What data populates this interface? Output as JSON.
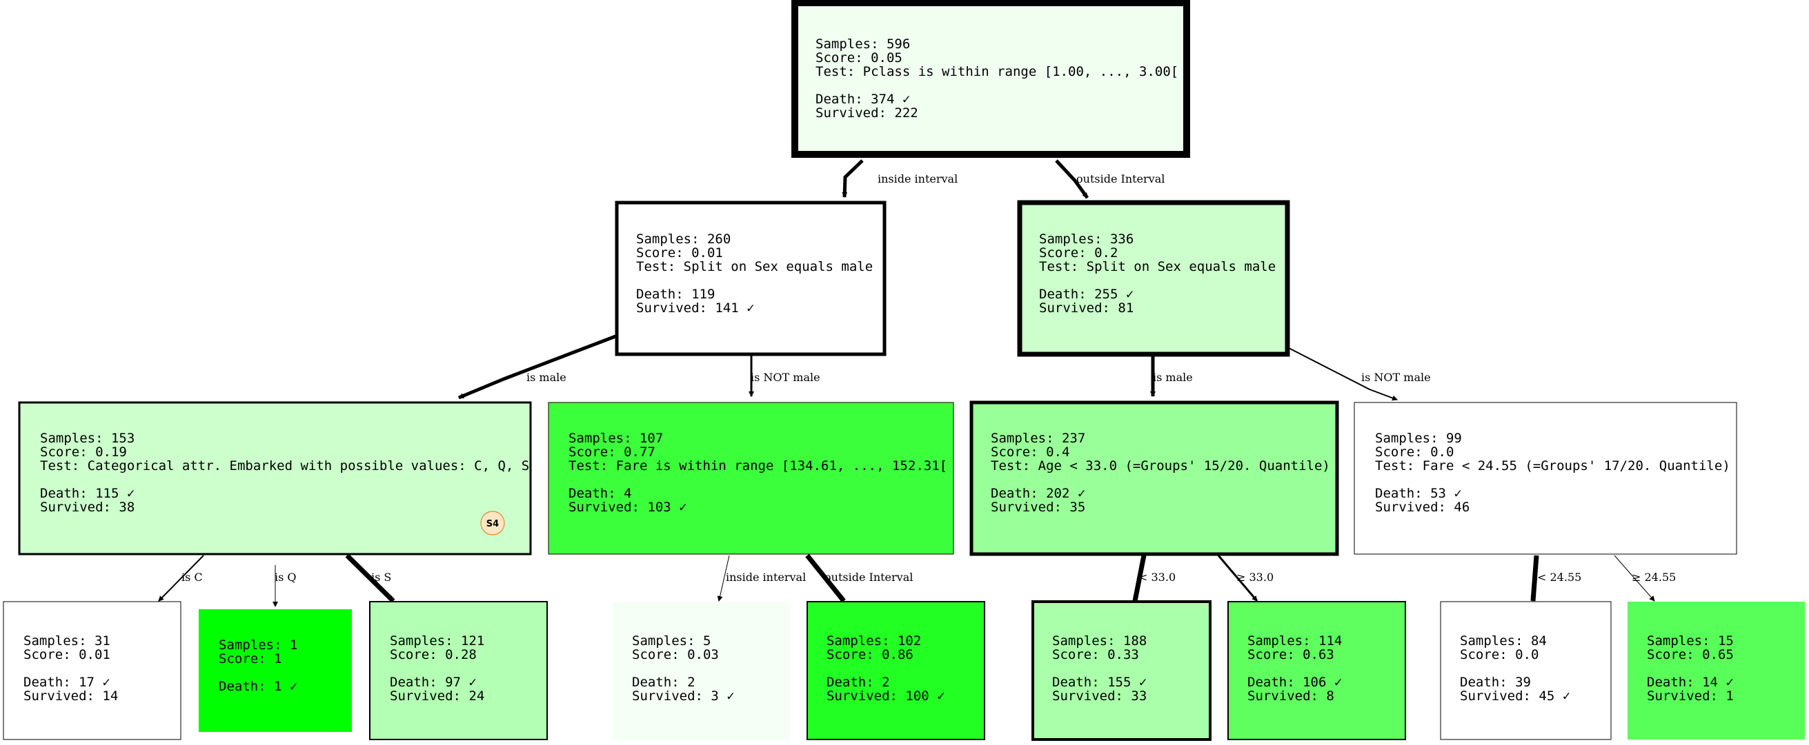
{
  "tree": {
    "nodes": [
      {
        "id": "n0",
        "fill": "#f0fff0",
        "lines": [
          "Samples:      596",
          "Score:        0.05",
          "Test: Pclass is within range [1.00, ..., 3.00[",
          "",
          "Death: 374 ✓",
          "Survived: 222"
        ]
      },
      {
        "id": "n1",
        "fill": "#ffffff",
        "lines": [
          "Samples:      260",
          "Score:        0.01",
          "Test: Split on Sex equals male",
          "",
          "Death: 119",
          "Survived: 141 ✓"
        ]
      },
      {
        "id": "n2",
        "fill": "#ccffcc",
        "lines": [
          "Samples:      336",
          "Score:        0.2",
          "Test: Split on Sex equals male",
          "",
          "Death: 255 ✓",
          "Survived: 81"
        ]
      },
      {
        "id": "n3",
        "fill": "#ccffcc",
        "badge": "S4",
        "lines": [
          "Samples:      153",
          "Score:        0.19",
          "Test: Categorical attr. Embarked with possible values: C, Q, S",
          "",
          "Death: 115 ✓",
          "Survived: 38"
        ]
      },
      {
        "id": "n4",
        "fill": "#3cff3c",
        "lines": [
          "Samples:      107",
          "Score:        0.77",
          "Test: Fare is within range [134.61, ..., 152.31[",
          "",
          "Death: 4",
          "Survived: 103 ✓"
        ]
      },
      {
        "id": "n5",
        "fill": "#99ff99",
        "lines": [
          "Samples:      237",
          "Score:        0.4",
          "Test: Age < 33.0 (=Groups' 15/20. Quantile)",
          "",
          "Death: 202 ✓",
          "Survived: 35"
        ]
      },
      {
        "id": "n6",
        "fill": "#ffffff",
        "lines": [
          "Samples:      99",
          "Score:        0.0",
          "Test: Fare < 24.55 (=Groups' 17/20. Quantile)",
          "",
          "Death: 53 ✓",
          "Survived: 46"
        ]
      },
      {
        "id": "n7",
        "fill": "#ffffff",
        "lines": [
          "Samples:      31",
          "Score:        0.01",
          "",
          "Death: 17 ✓",
          "Survived: 14"
        ]
      },
      {
        "id": "n8",
        "fill": "#00ff00",
        "lines": [
          "Samples:       1",
          "Score:         1",
          "",
          "Death: 1 ✓"
        ]
      },
      {
        "id": "n9",
        "fill": "#b3ffb3",
        "lines": [
          "Samples:      121",
          "Score:        0.28",
          "",
          "Death: 97 ✓",
          "Survived: 24"
        ]
      },
      {
        "id": "n10",
        "fill": "#f5fff5",
        "lines": [
          "Samples:      5",
          "Score:        0.03",
          "",
          "Death: 2",
          "Survived: 3 ✓"
        ]
      },
      {
        "id": "n11",
        "fill": "#22ff22",
        "lines": [
          "Samples:      102",
          "Score:        0.86",
          "",
          "Death: 2",
          "Survived: 100 ✓"
        ]
      },
      {
        "id": "n12",
        "fill": "#aaffaa",
        "lines": [
          "Samples:      188",
          "Score:        0.33",
          "",
          "Death: 155 ✓",
          "Survived: 33"
        ]
      },
      {
        "id": "n13",
        "fill": "#5eff5e",
        "lines": [
          "Samples:      114",
          "Score:        0.63",
          "",
          "Death: 106 ✓",
          "Survived: 8"
        ]
      },
      {
        "id": "n14",
        "fill": "#ffffff",
        "lines": [
          "Samples:      84",
          "Score:        0.0",
          "",
          "Death: 39",
          "Survived: 45 ✓"
        ]
      },
      {
        "id": "n15",
        "fill": "#59ff59",
        "lines": [
          "Samples:      15",
          "Score:        0.65",
          "",
          "Death: 14 ✓",
          "Survived: 1"
        ]
      }
    ],
    "edges": [
      {
        "from": "n0",
        "to": "n1",
        "label": "inside interval"
      },
      {
        "from": "n0",
        "to": "n2",
        "label": "outside Interval"
      },
      {
        "from": "n1",
        "to": "n3",
        "label": "is male"
      },
      {
        "from": "n1",
        "to": "n4",
        "label": "is NOT male"
      },
      {
        "from": "n2",
        "to": "n5",
        "label": "is male"
      },
      {
        "from": "n2",
        "to": "n6",
        "label": "is NOT male"
      },
      {
        "from": "n3",
        "to": "n7",
        "label": "is C"
      },
      {
        "from": "n3",
        "to": "n8",
        "label": "is Q"
      },
      {
        "from": "n3",
        "to": "n9",
        "label": "is S"
      },
      {
        "from": "n4",
        "to": "n10",
        "label": "inside interval"
      },
      {
        "from": "n4",
        "to": "n11",
        "label": "outside Interval"
      },
      {
        "from": "n5",
        "to": "n12",
        "label": "< 33.0"
      },
      {
        "from": "n5",
        "to": "n13",
        "label": "≥ 33.0"
      },
      {
        "from": "n6",
        "to": "n14",
        "label": "< 24.55"
      },
      {
        "from": "n6",
        "to": "n15",
        "label": "≥ 24.55"
      }
    ]
  }
}
